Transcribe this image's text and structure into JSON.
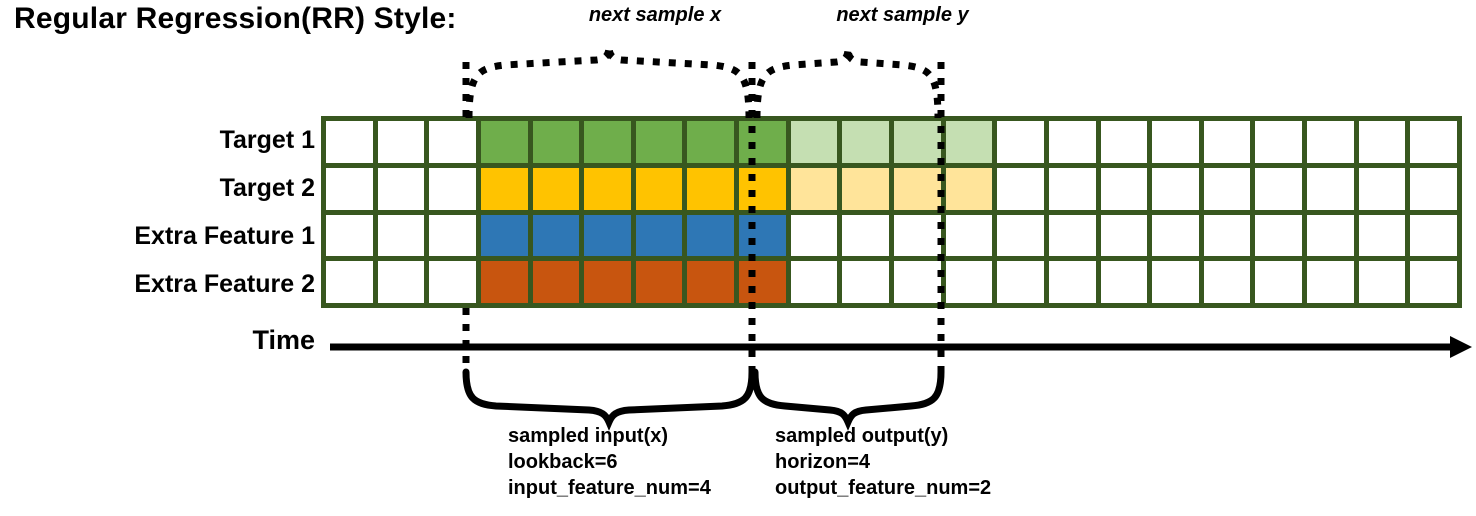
{
  "title": "Regular Regression(RR) Style:",
  "rows": [
    {
      "label": "Target 1",
      "key": "target-1"
    },
    {
      "label": "Target 2",
      "key": "target-2"
    },
    {
      "label": "Extra Feature 1",
      "key": "extra-feature-1"
    },
    {
      "label": "Extra Feature 2",
      "key": "extra-feature-2"
    }
  ],
  "grid": {
    "columns": 22,
    "rows": 4,
    "border_color": "#38571f",
    "empty_color": "#ffffff",
    "input_start_col": 3,
    "input_end_col": 9,
    "output_start_col": 9,
    "output_end_col": 13,
    "colors": {
      "target1_input": "#6fae4b",
      "target1_output": "#c5dfb2",
      "target2_input": "#ffc300",
      "target2_output": "#ffe49a",
      "extra1_input": "#2e77b5",
      "extra2_input": "#c8550f"
    },
    "fills": [
      [
        null,
        null,
        null,
        "#6fae4b",
        "#6fae4b",
        "#6fae4b",
        "#6fae4b",
        "#6fae4b",
        "#6fae4b",
        "#c5dfb2",
        "#c5dfb2",
        "#c5dfb2",
        "#c5dfb2",
        null,
        null,
        null,
        null,
        null,
        null,
        null,
        null,
        null
      ],
      [
        null,
        null,
        null,
        "#ffc300",
        "#ffc300",
        "#ffc300",
        "#ffc300",
        "#ffc300",
        "#ffc300",
        "#ffe49a",
        "#ffe49a",
        "#ffe49a",
        "#ffe49a",
        null,
        null,
        null,
        null,
        null,
        null,
        null,
        null,
        null
      ],
      [
        null,
        null,
        null,
        "#2e77b5",
        "#2e77b5",
        "#2e77b5",
        "#2e77b5",
        "#2e77b5",
        "#2e77b5",
        null,
        null,
        null,
        null,
        null,
        null,
        null,
        null,
        null,
        null,
        null,
        null,
        null
      ],
      [
        null,
        null,
        null,
        "#c8550f",
        "#c8550f",
        "#c8550f",
        "#c8550f",
        "#c8550f",
        "#c8550f",
        null,
        null,
        null,
        null,
        null,
        null,
        null,
        null,
        null,
        null,
        null,
        null,
        null
      ]
    ]
  },
  "time_axis": {
    "label": "Time"
  },
  "annotations": {
    "top": [
      {
        "key": "next-sample-x",
        "text": "next sample x"
      },
      {
        "key": "next-sample-y",
        "text": "next sample y"
      }
    ],
    "bottom_input": {
      "line1": "sampled input(x)",
      "line2": "lookback=6",
      "line3": "input_feature_num=4"
    },
    "bottom_output": {
      "line1": "sampled output(y)",
      "line2": "horizon=4",
      "line3": "output_feature_num=2"
    }
  }
}
